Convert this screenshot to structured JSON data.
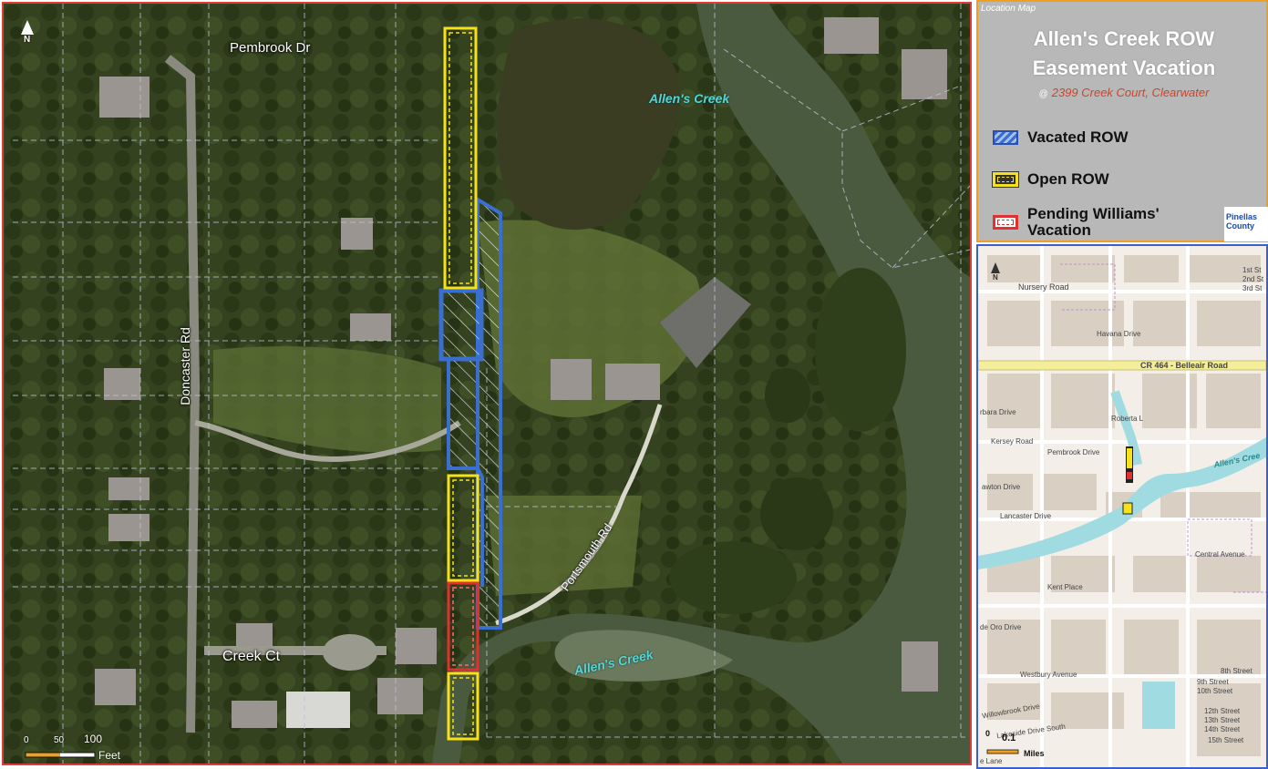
{
  "legend": {
    "panel_label": "Location Map",
    "title_line1": "Allen's Creek ROW",
    "title_line2": "Easement Vacation",
    "at_symbol": "@",
    "address": "2399 Creek Court, Clearwater",
    "items": [
      {
        "label": "Vacated ROW",
        "color": "#3a6fd0"
      },
      {
        "label": "Open ROW",
        "color": "#f5e21a"
      },
      {
        "label_line1": "Pending Williams'",
        "label_line2": "Vacation",
        "color": "#e03030"
      }
    ],
    "logo_text_line1": "Pinellas",
    "logo_text_line2": "County"
  },
  "main_map": {
    "north_label": "N",
    "streets": {
      "pembrook": "Pembrook Dr",
      "doncaster": "Doncaster Rd",
      "creek_ct": "Creek Ct",
      "portsmouth": "Portsmouth Rd"
    },
    "creek_labels": {
      "upper": "Allen's Creek",
      "lower": "Allen's Creek"
    },
    "scale": {
      "tick0": "0",
      "tick1": "50",
      "tick2": "100",
      "unit": "Feet"
    }
  },
  "location_map": {
    "north_label": "N",
    "labels": {
      "nursery": "Nursery Road",
      "havana": "Havana Drive",
      "cr464": "CR 464 - Belleair Road",
      "barbara": "rbara Drive",
      "roberta": "Roberta L",
      "kersey": "Kersey Road",
      "pembrook": "Pembrook Drive",
      "lawton": "awton Drive",
      "lancaster": "Lancaster Drive",
      "allens": "Allen's Cree",
      "central": "Central Avenue",
      "kent": "Kent Place",
      "oro": "de Oro Drive",
      "westbury": "Westbury Avenue",
      "willowbrook": "Willowbrook Drive",
      "lakeside": "Lakeside Drive South",
      "first": "1st St",
      "second": "2nd St",
      "third": "3rd St",
      "eighth": "8th Street",
      "ninth": "9th Street",
      "tenth": "10th Street",
      "twelfth": "12th Street",
      "thirteenth": "13th Street",
      "fourteenth": "14th Street",
      "fifteenth": "15th Street",
      "lane": "e Lane"
    },
    "scale": {
      "tick0": "0",
      "tick1": "0.1",
      "unit": "Miles"
    }
  }
}
